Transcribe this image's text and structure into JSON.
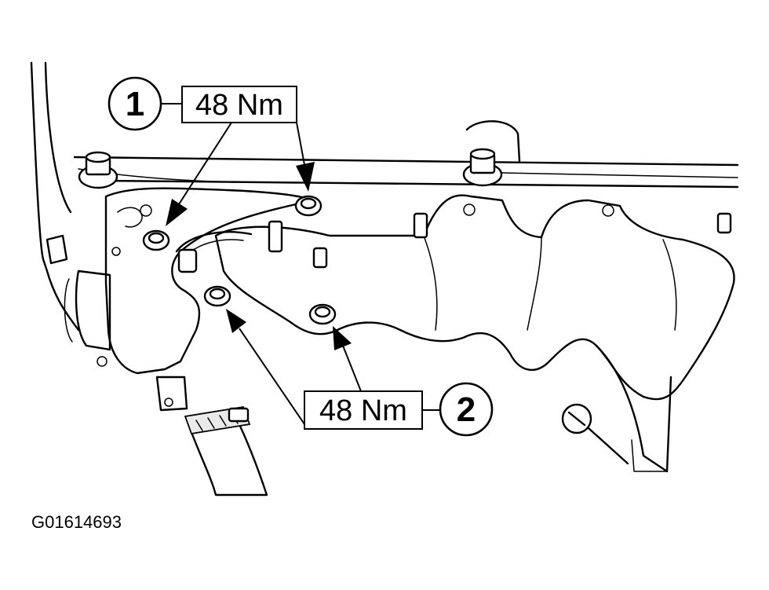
{
  "callouts": [
    {
      "number": "1",
      "torque": "48 Nm"
    },
    {
      "number": "2",
      "torque": "48 Nm"
    }
  ],
  "figure_id": "G01614693"
}
